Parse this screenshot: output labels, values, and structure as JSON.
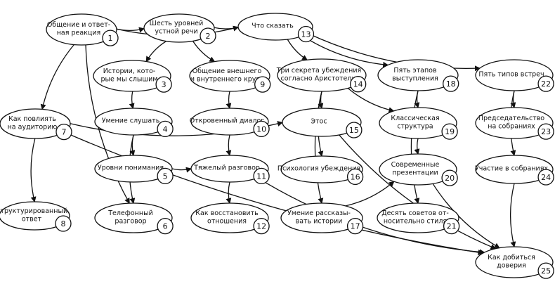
{
  "colors": {
    "stroke": "#111111",
    "fill": "#ffffff"
  },
  "nodes": [
    {
      "id": "1",
      "lines": [
        "Общение и ответ-",
        "ная реакция"
      ]
    },
    {
      "id": "2",
      "lines": [
        "Шесть уровней",
        "устной речи"
      ]
    },
    {
      "id": "3",
      "lines": [
        "Истории, кото-",
        "рые мы слышим"
      ]
    },
    {
      "id": "4",
      "lines": [
        "Умение слушать"
      ]
    },
    {
      "id": "5",
      "lines": [
        "Уровни понимания"
      ]
    },
    {
      "id": "6",
      "lines": [
        "Телефонный",
        "разговор"
      ]
    },
    {
      "id": "7",
      "lines": [
        "Как повлиять",
        "на аудиторию"
      ]
    },
    {
      "id": "8",
      "lines": [
        "Структурированный",
        "ответ"
      ]
    },
    {
      "id": "9",
      "lines": [
        "Общение внешнего",
        "и внутреннего круга"
      ]
    },
    {
      "id": "10",
      "lines": [
        "Откровенный диалог"
      ]
    },
    {
      "id": "11",
      "lines": [
        "Тяжелый разговор"
      ]
    },
    {
      "id": "12",
      "lines": [
        "Как восстановить",
        "отношения"
      ]
    },
    {
      "id": "13",
      "lines": [
        "Что сказать"
      ]
    },
    {
      "id": "14",
      "lines": [
        "Три секрета убеждения",
        "согласно Аристотелю"
      ]
    },
    {
      "id": "15",
      "lines": [
        "Этос"
      ]
    },
    {
      "id": "16",
      "lines": [
        "Психология убеждения"
      ]
    },
    {
      "id": "17",
      "lines": [
        "Умение рассказы-",
        "вать истории"
      ]
    },
    {
      "id": "18",
      "lines": [
        "Пять этапов",
        "выступления"
      ]
    },
    {
      "id": "19",
      "lines": [
        "Классическая",
        "структура"
      ]
    },
    {
      "id": "20",
      "lines": [
        "Современные",
        "презентации"
      ]
    },
    {
      "id": "21",
      "lines": [
        "Десять советов от-",
        "носительно стиля"
      ]
    },
    {
      "id": "22",
      "lines": [
        "Пять типов встреч"
      ]
    },
    {
      "id": "23",
      "lines": [
        "Председательство",
        "на собраниях"
      ]
    },
    {
      "id": "24",
      "lines": [
        "Участие в собраниях"
      ]
    },
    {
      "id": "25",
      "lines": [
        "Как добиться",
        "доверия"
      ]
    }
  ],
  "edges": [
    [
      "1",
      "2"
    ],
    [
      "1",
      "13"
    ],
    [
      "1",
      "7"
    ],
    [
      "1",
      "6"
    ],
    [
      "2",
      "3"
    ],
    [
      "2",
      "9"
    ],
    [
      "2",
      "13"
    ],
    [
      "3",
      "4"
    ],
    [
      "4",
      "5"
    ],
    [
      "4",
      "6"
    ],
    [
      "5",
      "11"
    ],
    [
      "7",
      "8"
    ],
    [
      "7",
      "15"
    ],
    [
      "7",
      "25"
    ],
    [
      "9",
      "10"
    ],
    [
      "10",
      "11"
    ],
    [
      "11",
      "12"
    ],
    [
      "11",
      "25"
    ],
    [
      "13",
      "14"
    ],
    [
      "13",
      "18"
    ],
    [
      "13",
      "22"
    ],
    [
      "14",
      "15"
    ],
    [
      "14",
      "16"
    ],
    [
      "14",
      "17"
    ],
    [
      "14",
      "19"
    ],
    [
      "15",
      "25"
    ],
    [
      "17",
      "20"
    ],
    [
      "18",
      "19"
    ],
    [
      "18",
      "21"
    ],
    [
      "19",
      "20"
    ],
    [
      "20",
      "25"
    ],
    [
      "22",
      "23"
    ],
    [
      "22",
      "24"
    ],
    [
      "24",
      "25"
    ]
  ]
}
